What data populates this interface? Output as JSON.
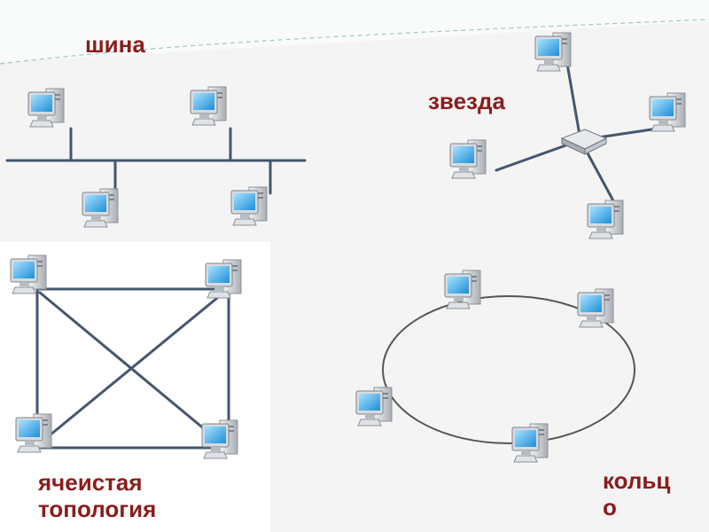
{
  "labels": {
    "bus": "шина",
    "star": "звезда",
    "mesh_line1": "ячеистая",
    "mesh_line2": "топология",
    "ring_line1": "кольц",
    "ring_line2": "о"
  },
  "icons": {
    "workstation": "computer-icon",
    "star_center": "hub-icon"
  },
  "colors": {
    "label_text": "#8b1c1c",
    "link_line": "#45566e",
    "ring_line": "#555555",
    "screen": "#3fa9e6"
  }
}
